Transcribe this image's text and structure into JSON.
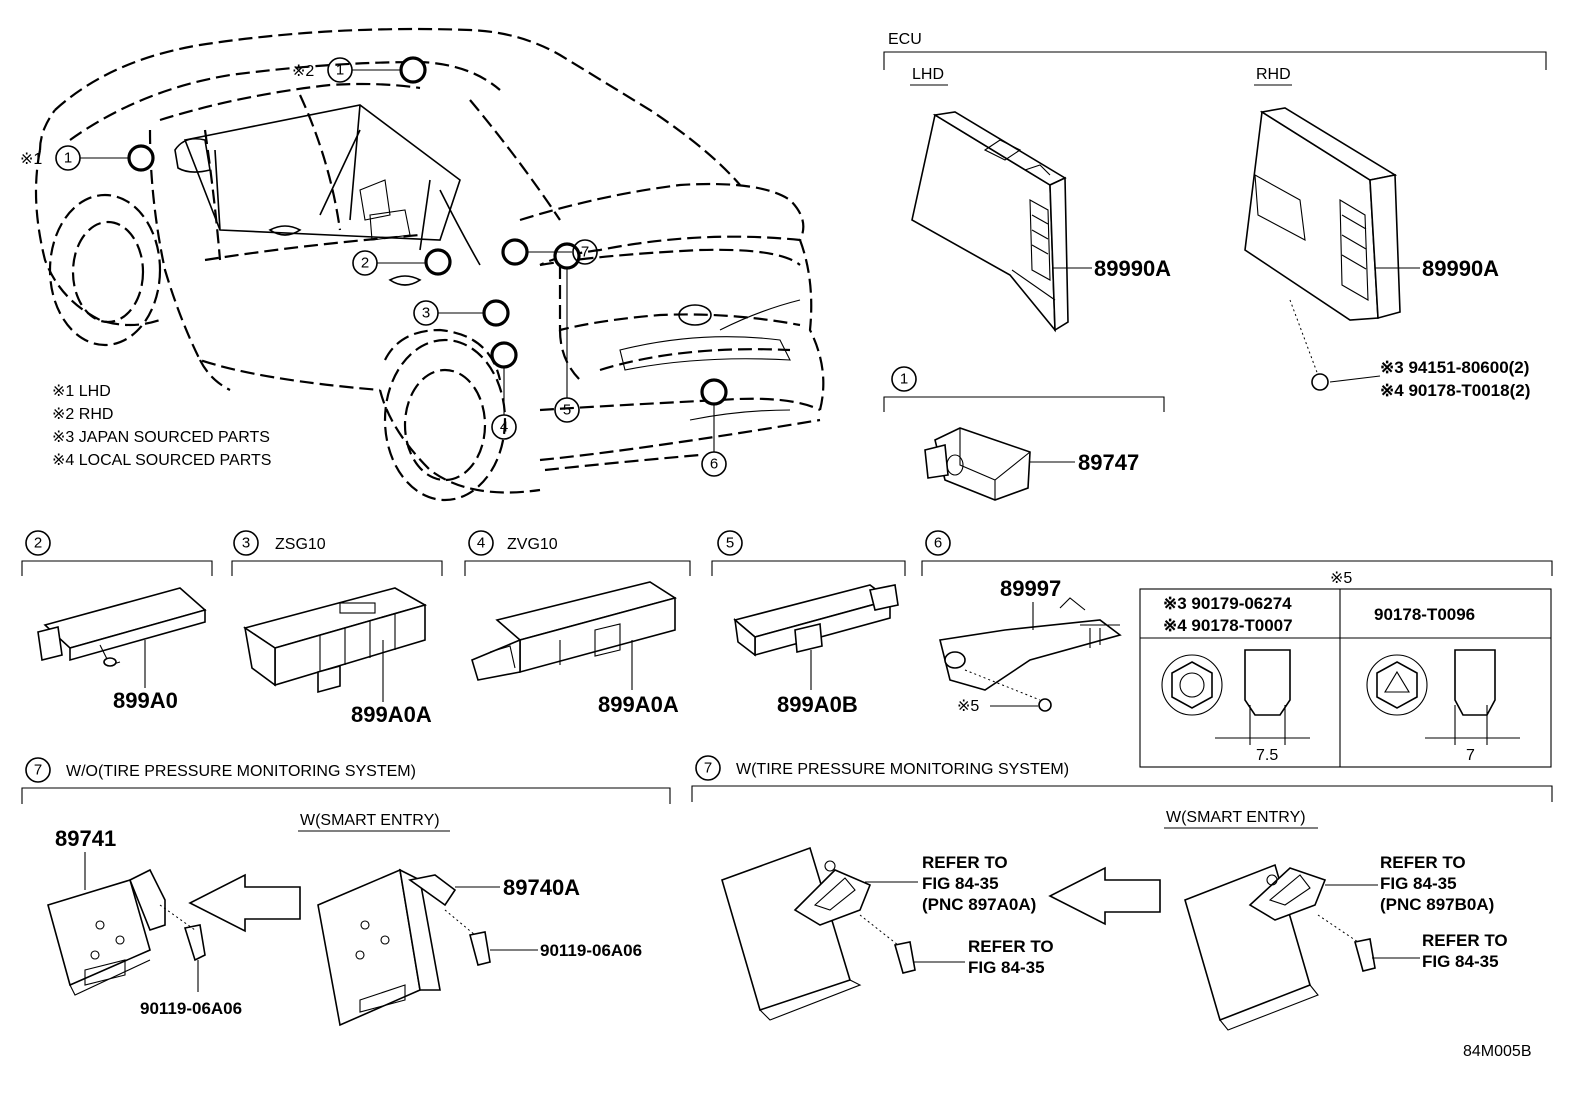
{
  "footnotes": [
    {
      "mark": "※1",
      "text": "LHD"
    },
    {
      "mark": "※2",
      "text": "RHD"
    },
    {
      "mark": "※3",
      "text": "JAPAN SOURCED PARTS"
    },
    {
      "mark": "※4",
      "text": "LOCAL SOURCED PARTS"
    }
  ],
  "vehicle_callouts": [
    {
      "mark": "※1",
      "num": "1"
    },
    {
      "mark": "※2",
      "num": "1"
    },
    {
      "num": "2"
    },
    {
      "num": "3"
    },
    {
      "num": "4"
    },
    {
      "num": "5"
    },
    {
      "num": "6"
    },
    {
      "num": "7"
    }
  ],
  "ecu": {
    "title": "ECU",
    "lhd_label": "LHD",
    "rhd_label": "RHD",
    "lhd_part": "89990A",
    "rhd_part": "89990A",
    "fastener_1": {
      "mark": "※3",
      "part": "94151-80600(2)"
    },
    "fastener_2": {
      "mark": "※4",
      "part": "90178-T0018(2)"
    }
  },
  "section1": {
    "num": "1",
    "part": "89747"
  },
  "section2": {
    "num": "2",
    "part": "899A0"
  },
  "section3": {
    "num": "3",
    "variant": "ZSG10",
    "part": "899A0A"
  },
  "section4": {
    "num": "4",
    "variant": "ZVG10",
    "part": "899A0A"
  },
  "section5": {
    "num": "5",
    "part": "899A0B"
  },
  "section6": {
    "num": "6",
    "part": "89997",
    "ref_mark": "※5",
    "table": {
      "title": "※5",
      "left_line1": "※3 90179-06274",
      "left_line2": "※4 90178-T0007",
      "right_header": "90178-T0096",
      "left_dim": "7.5",
      "right_dim": "7"
    }
  },
  "section7a": {
    "num": "7",
    "title": "W/O(TIRE PRESSURE MONITORING SYSTEM)",
    "sub": "W(SMART ENTRY)",
    "part_left": "89741",
    "bolt_left": "90119-06A06",
    "part_right": "89740A",
    "bolt_right": "90119-06A06"
  },
  "section7b": {
    "num": "7",
    "title": "W(TIRE PRESSURE MONITORING SYSTEM)",
    "sub": "W(SMART ENTRY)",
    "left_ref_1": "REFER TO",
    "left_ref_2": "FIG 84-35",
    "left_ref_3": "(PNC 897A0A)",
    "left_bolt_1": "REFER TO",
    "left_bolt_2": "FIG 84-35",
    "right_ref_1": "REFER TO",
    "right_ref_2": "FIG 84-35",
    "right_ref_3": "(PNC 897B0A)",
    "right_bolt_1": "REFER TO",
    "right_bolt_2": "FIG 84-35"
  },
  "figure_code": "84M005B"
}
